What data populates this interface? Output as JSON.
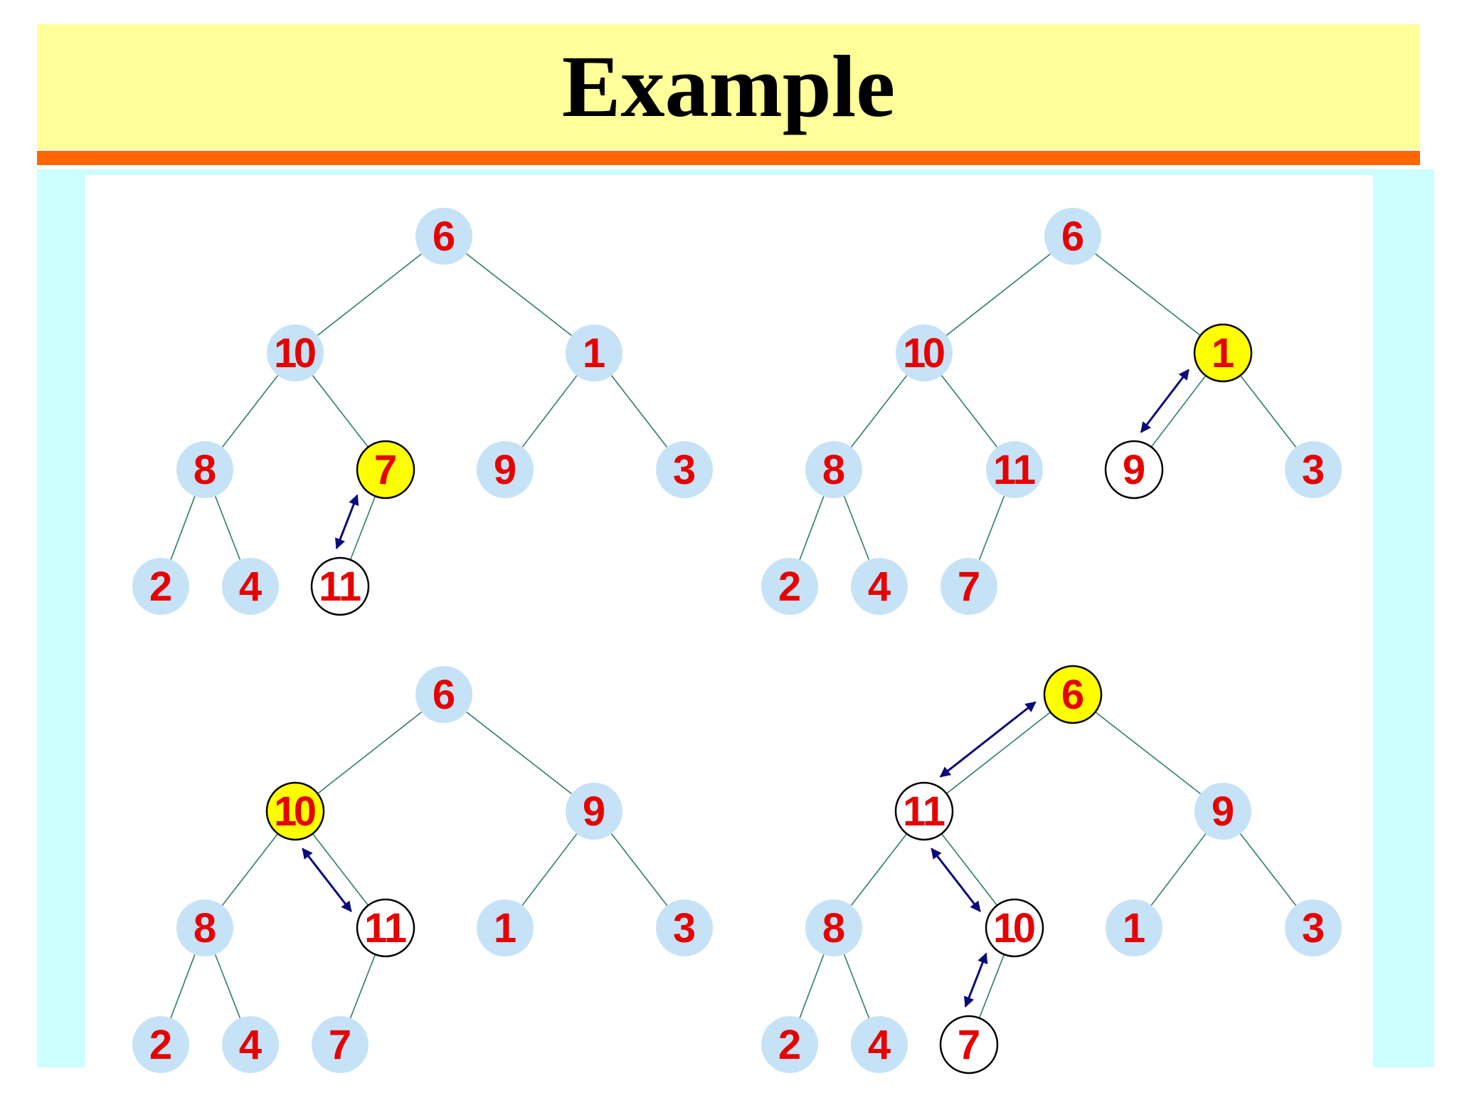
{
  "title": "Example",
  "colors": {
    "title_bg": "#ffff99",
    "title_rule": "#ff6600",
    "side_band": "#ccffff",
    "node_fill": "#c6e2f7",
    "node_highlight": "#ffff00",
    "node_swapped": "#ffffff",
    "node_text": "#e60000",
    "edge": "#2e7d6b",
    "arrow": "#0a0a7a"
  },
  "panels": [
    {
      "id": "step-1",
      "nodes": [
        {
          "id": "n1",
          "label": "6",
          "state": "normal"
        },
        {
          "id": "n2",
          "label": "10",
          "state": "normal"
        },
        {
          "id": "n3",
          "label": "1",
          "state": "normal"
        },
        {
          "id": "n4",
          "label": "8",
          "state": "normal"
        },
        {
          "id": "n5",
          "label": "7",
          "state": "highlight"
        },
        {
          "id": "n6",
          "label": "9",
          "state": "normal"
        },
        {
          "id": "n7",
          "label": "3",
          "state": "normal"
        },
        {
          "id": "n8",
          "label": "2",
          "state": "normal"
        },
        {
          "id": "n9",
          "label": "4",
          "state": "normal"
        },
        {
          "id": "n10",
          "label": "11",
          "state": "swapped"
        }
      ],
      "swap": [
        "n5",
        "n10"
      ]
    },
    {
      "id": "step-2",
      "nodes": [
        {
          "id": "n1",
          "label": "6",
          "state": "normal"
        },
        {
          "id": "n2",
          "label": "10",
          "state": "normal"
        },
        {
          "id": "n3",
          "label": "1",
          "state": "highlight"
        },
        {
          "id": "n4",
          "label": "8",
          "state": "normal"
        },
        {
          "id": "n5",
          "label": "11",
          "state": "normal"
        },
        {
          "id": "n6",
          "label": "9",
          "state": "swapped"
        },
        {
          "id": "n7",
          "label": "3",
          "state": "normal"
        },
        {
          "id": "n8",
          "label": "2",
          "state": "normal"
        },
        {
          "id": "n9",
          "label": "4",
          "state": "normal"
        },
        {
          "id": "n10",
          "label": "7",
          "state": "normal"
        }
      ],
      "swap": [
        "n3",
        "n6"
      ]
    },
    {
      "id": "step-3",
      "nodes": [
        {
          "id": "n1",
          "label": "6",
          "state": "normal"
        },
        {
          "id": "n2",
          "label": "10",
          "state": "highlight"
        },
        {
          "id": "n3",
          "label": "9",
          "state": "normal"
        },
        {
          "id": "n4",
          "label": "8",
          "state": "normal"
        },
        {
          "id": "n5",
          "label": "11",
          "state": "swapped"
        },
        {
          "id": "n6",
          "label": "1",
          "state": "normal"
        },
        {
          "id": "n7",
          "label": "3",
          "state": "normal"
        },
        {
          "id": "n8",
          "label": "2",
          "state": "normal"
        },
        {
          "id": "n9",
          "label": "4",
          "state": "normal"
        },
        {
          "id": "n10",
          "label": "7",
          "state": "normal"
        }
      ],
      "swap": [
        "n2",
        "n5"
      ]
    },
    {
      "id": "step-4",
      "nodes": [
        {
          "id": "n1",
          "label": "6",
          "state": "highlight"
        },
        {
          "id": "n2",
          "label": "11",
          "state": "swapped"
        },
        {
          "id": "n3",
          "label": "9",
          "state": "normal"
        },
        {
          "id": "n4",
          "label": "8",
          "state": "normal"
        },
        {
          "id": "n5",
          "label": "10",
          "state": "swapped"
        },
        {
          "id": "n6",
          "label": "1",
          "state": "normal"
        },
        {
          "id": "n7",
          "label": "3",
          "state": "normal"
        },
        {
          "id": "n8",
          "label": "2",
          "state": "normal"
        },
        {
          "id": "n9",
          "label": "4",
          "state": "normal"
        },
        {
          "id": "n10",
          "label": "7",
          "state": "swapped"
        }
      ],
      "swaps": [
        [
          "n1",
          "n2"
        ],
        [
          "n2",
          "n5"
        ],
        [
          "n5",
          "n10"
        ]
      ]
    }
  ],
  "tree_edges": [
    [
      "n1",
      "n2"
    ],
    [
      "n1",
      "n3"
    ],
    [
      "n2",
      "n4"
    ],
    [
      "n2",
      "n5"
    ],
    [
      "n3",
      "n6"
    ],
    [
      "n3",
      "n7"
    ],
    [
      "n4",
      "n8"
    ],
    [
      "n4",
      "n9"
    ],
    [
      "n5",
      "n10"
    ]
  ]
}
